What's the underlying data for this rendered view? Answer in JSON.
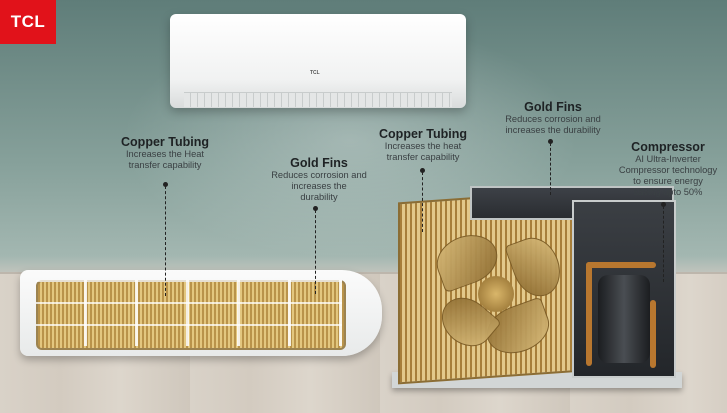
{
  "brand": {
    "logo_text": "TCL",
    "unit_badge": "TCL"
  },
  "callouts": [
    {
      "title": "Copper Tubing",
      "desc_lines": [
        "Increases the Heat",
        "transfer capability"
      ]
    },
    {
      "title": "Gold Fins",
      "desc_lines": [
        "Reduces corrosion and",
        "increases the",
        "durability"
      ]
    },
    {
      "title": "Copper Tubing",
      "desc_lines": [
        "Increases the heat",
        "transfer capability"
      ]
    },
    {
      "title": "Gold Fins",
      "desc_lines": [
        "Reduces corrosion and",
        "increases the durability"
      ]
    },
    {
      "title": "Compressor",
      "desc_lines": [
        "AI Ultra-Inverter",
        "Compressor technology",
        "to ensure energy",
        "saving upto 50%"
      ]
    }
  ],
  "colors": {
    "logo_red": "#e1121a",
    "gold": "#c9a55a",
    "copper": "#b8772f"
  }
}
